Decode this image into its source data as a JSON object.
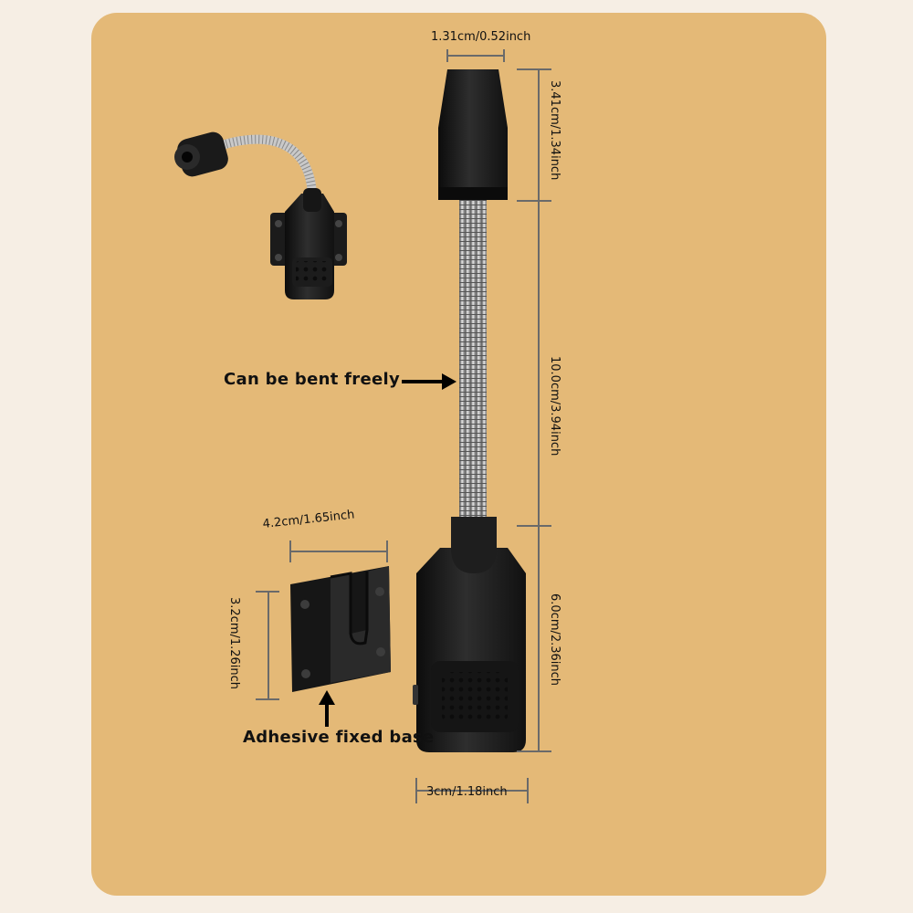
{
  "annotations": {
    "bend_note": "Can be bent freely",
    "base_note": "Adhesive fixed base"
  },
  "dimensions": {
    "head_width": "1.31cm/0.52inch",
    "head_height": "3.41cm/1.34inch",
    "neck_length": "10.0cm/3.94inch",
    "body_height": "6.0cm/2.36inch",
    "body_width": "3cm/1.18inch",
    "base_width": "4.2cm/1.65inch",
    "base_height": "3.2cm/1.26inch"
  },
  "colors": {
    "background": "#e4b977",
    "product": "#1c1c1c",
    "dimension_line": "#6a6a6a",
    "text": "#111111"
  },
  "icons": [
    "arrow-right-icon",
    "arrow-up-icon"
  ]
}
